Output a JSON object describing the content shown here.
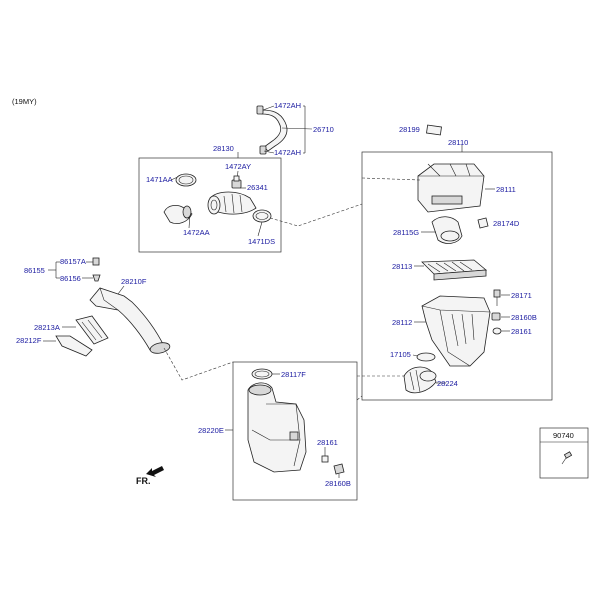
{
  "model_year": "(19MY)",
  "front_label": "FR.",
  "inset_label": "90740",
  "parts": {
    "p1472AH_top": "1472AH",
    "p26710": "26710",
    "p1472AH_bot": "1472AH",
    "p28130": "28130",
    "p1472AY": "1472AY",
    "p1471AA": "1471AA",
    "p26341": "26341",
    "p1472AA": "1472AA",
    "p1471DS": "1471DS",
    "p28199": "28199",
    "p28110": "28110",
    "p28111": "28111",
    "p28115G": "28115G",
    "p28174D": "28174D",
    "p28113": "28113",
    "p28171": "28171",
    "p28112": "28112",
    "p28160B_r": "28160B",
    "p28161_r": "28161",
    "p17105": "17105",
    "p28224": "28224",
    "p86157A": "86157A",
    "p86155": "86155",
    "p86156": "86156",
    "p28210F": "28210F",
    "p28213A": "28213A",
    "p28212F": "28212F",
    "p28117F": "28117F",
    "p28220E": "28220E",
    "p28161_b": "28161",
    "p28160B_b": "28160B"
  }
}
